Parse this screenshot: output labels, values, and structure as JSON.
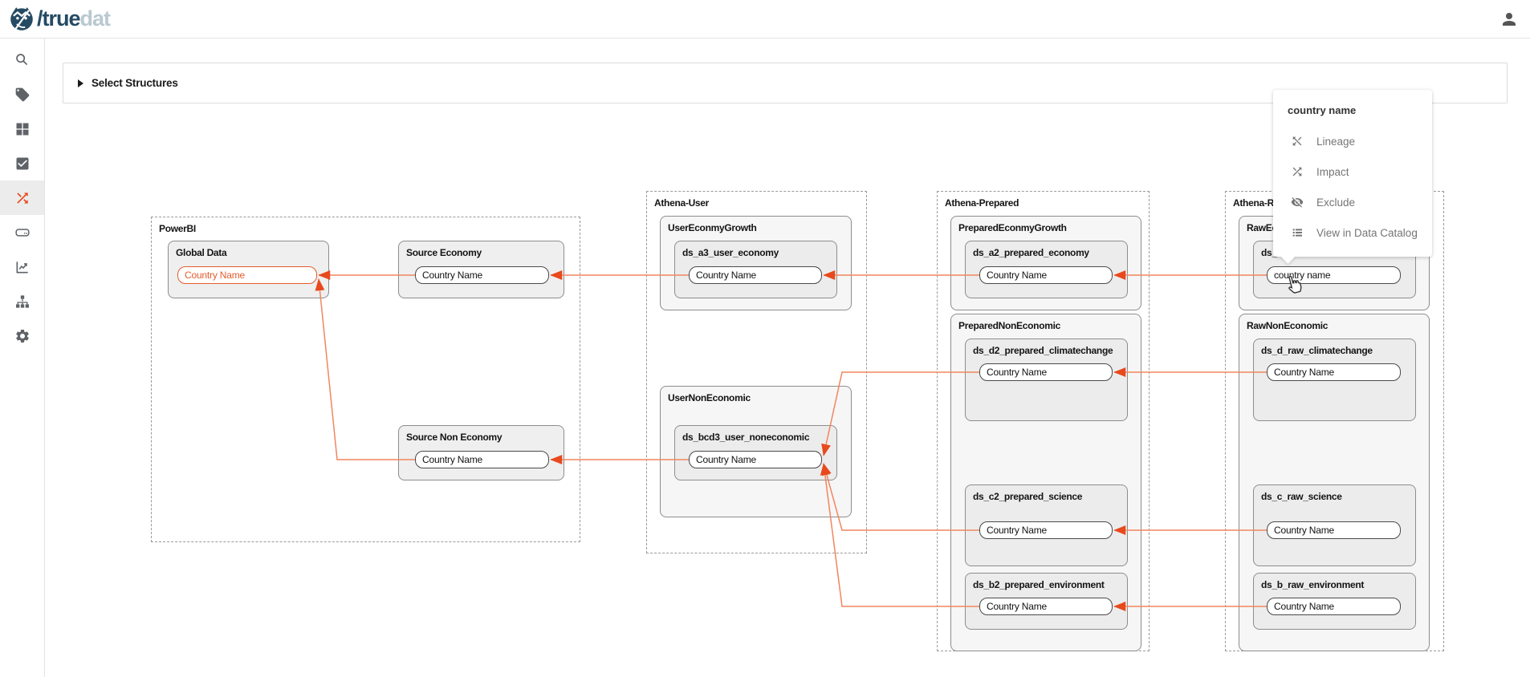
{
  "header": {
    "logo": {
      "primary": "/true",
      "secondary": "dat",
      "mark": "owl-icon"
    },
    "user_icon": "user-icon"
  },
  "sidebar": {
    "items": [
      {
        "icon": "search-icon",
        "active": false
      },
      {
        "icon": "tag-icon",
        "active": false
      },
      {
        "icon": "grid-icon",
        "active": false
      },
      {
        "icon": "check-square-icon",
        "active": false
      },
      {
        "icon": "shuffle-icon",
        "active": true
      },
      {
        "icon": "drive-icon",
        "active": false
      },
      {
        "icon": "chart-line-icon",
        "active": false
      },
      {
        "icon": "sitemap-icon",
        "active": false
      },
      {
        "icon": "gear-icon",
        "active": false
      }
    ]
  },
  "toolbar": {
    "select_structures_label": "Select Structures",
    "collapse_icon": "expand-arrow-icon"
  },
  "context_menu": {
    "title": "country name",
    "items": [
      {
        "icon": "lineage-icon",
        "label": "Lineage"
      },
      {
        "icon": "impact-icon",
        "label": "Impact"
      },
      {
        "icon": "exclude-icon",
        "label": "Exclude"
      },
      {
        "icon": "catalog-icon",
        "label": "View in Data Catalog"
      }
    ]
  },
  "diagram": {
    "groups": [
      {
        "id": "powerbi",
        "label": "PowerBI",
        "children": [
          {
            "id": "global_data",
            "label": "Global Data",
            "type": "flat",
            "fields": [
              {
                "id": "gd_cn",
                "label": "Country Name",
                "highlight": true
              }
            ]
          },
          {
            "id": "source_economy",
            "label": "Source Economy",
            "type": "flat",
            "fields": [
              {
                "id": "se_cn",
                "label": "Country Name"
              }
            ]
          },
          {
            "id": "source_non_economy",
            "label": "Source Non Economy",
            "type": "flat",
            "fields": [
              {
                "id": "sne_cn",
                "label": "Country Name"
              }
            ]
          }
        ]
      },
      {
        "id": "athena_user",
        "label": "Athena-User",
        "children": [
          {
            "id": "user_econmy_growth",
            "label": "UserEconmyGrowth",
            "type": "table",
            "children": [
              {
                "id": "ds_a3",
                "label": "ds_a3_user_economy",
                "type": "node",
                "fields": [
                  {
                    "id": "a3_cn",
                    "label": "Country Name"
                  }
                ]
              }
            ]
          },
          {
            "id": "user_non_economic",
            "label": "UserNonEconomic",
            "type": "table",
            "children": [
              {
                "id": "ds_bcd3",
                "label": "ds_bcd3_user_noneconomic",
                "type": "node",
                "fields": [
                  {
                    "id": "bcd3_cn",
                    "label": "Country Name"
                  }
                ]
              }
            ]
          }
        ]
      },
      {
        "id": "athena_prepared",
        "label": "Athena-Prepared",
        "children": [
          {
            "id": "prepared_econmy_growth",
            "label": "PreparedEconmyGrowth",
            "type": "table",
            "children": [
              {
                "id": "ds_a2",
                "label": "ds_a2_prepared_economy",
                "type": "node",
                "fields": [
                  {
                    "id": "a2_cn",
                    "label": "Country Name"
                  }
                ]
              }
            ]
          },
          {
            "id": "prepared_non_economic",
            "label": "PreparedNonEconomic",
            "type": "table",
            "children": [
              {
                "id": "ds_d2",
                "label": "ds_d2_prepared_climatechange",
                "type": "node",
                "fields": [
                  {
                    "id": "d2_cn",
                    "label": "Country Name"
                  }
                ]
              },
              {
                "id": "ds_c2",
                "label": "ds_c2_prepared_science",
                "type": "node",
                "fields": [
                  {
                    "id": "c2_cn",
                    "label": "Country Name"
                  }
                ]
              },
              {
                "id": "ds_b2",
                "label": "ds_b2_prepared_environment",
                "type": "node",
                "fields": [
                  {
                    "id": "b2_cn",
                    "label": "Country Name"
                  }
                ]
              }
            ]
          }
        ]
      },
      {
        "id": "athena_raw",
        "label": "Athena-Ra",
        "children": [
          {
            "id": "raw_ec",
            "label": "RawEc",
            "type": "table",
            "children": [
              {
                "id": "ds_raw",
                "label": "ds_",
                "type": "node",
                "fields": [
                  {
                    "id": "raw_cn",
                    "label": "country name",
                    "cursor": true
                  }
                ]
              }
            ]
          },
          {
            "id": "raw_non_economic",
            "label": "RawNonEconomic",
            "type": "table",
            "children": [
              {
                "id": "ds_d",
                "label": "ds_d_raw_climatechange",
                "type": "node",
                "fields": [
                  {
                    "id": "d_cn",
                    "label": "Country Name"
                  }
                ]
              },
              {
                "id": "ds_c",
                "label": "ds_c_raw_science",
                "type": "node",
                "fields": [
                  {
                    "id": "c_cn",
                    "label": "Country Name"
                  }
                ]
              },
              {
                "id": "ds_b",
                "label": "ds_b_raw_environment",
                "type": "node",
                "fields": [
                  {
                    "id": "b_cn",
                    "label": "Country Name"
                  }
                ]
              }
            ]
          }
        ]
      }
    ],
    "edges": [
      {
        "from": "se_cn",
        "to": "gd_cn"
      },
      {
        "from": "sne_cn",
        "to": "gd_cn"
      },
      {
        "from": "a3_cn",
        "to": "se_cn"
      },
      {
        "from": "bcd3_cn",
        "to": "sne_cn"
      },
      {
        "from": "a2_cn",
        "to": "a3_cn"
      },
      {
        "from": "d2_cn",
        "to": "bcd3_cn"
      },
      {
        "from": "c2_cn",
        "to": "bcd3_cn"
      },
      {
        "from": "b2_cn",
        "to": "bcd3_cn"
      },
      {
        "from": "raw_cn",
        "to": "a2_cn"
      },
      {
        "from": "d_cn",
        "to": "d2_cn"
      },
      {
        "from": "c_cn",
        "to": "c2_cn"
      },
      {
        "from": "b_cn",
        "to": "b2_cn"
      }
    ]
  },
  "colors": {
    "navy": "#254a63",
    "logo_light": "#b9c9d1",
    "accent": "#e8491d",
    "edge_line": "#f0865e",
    "highlight": "#e55c2c",
    "icon_gray": "#5f6368",
    "menu_text": "#757575"
  }
}
